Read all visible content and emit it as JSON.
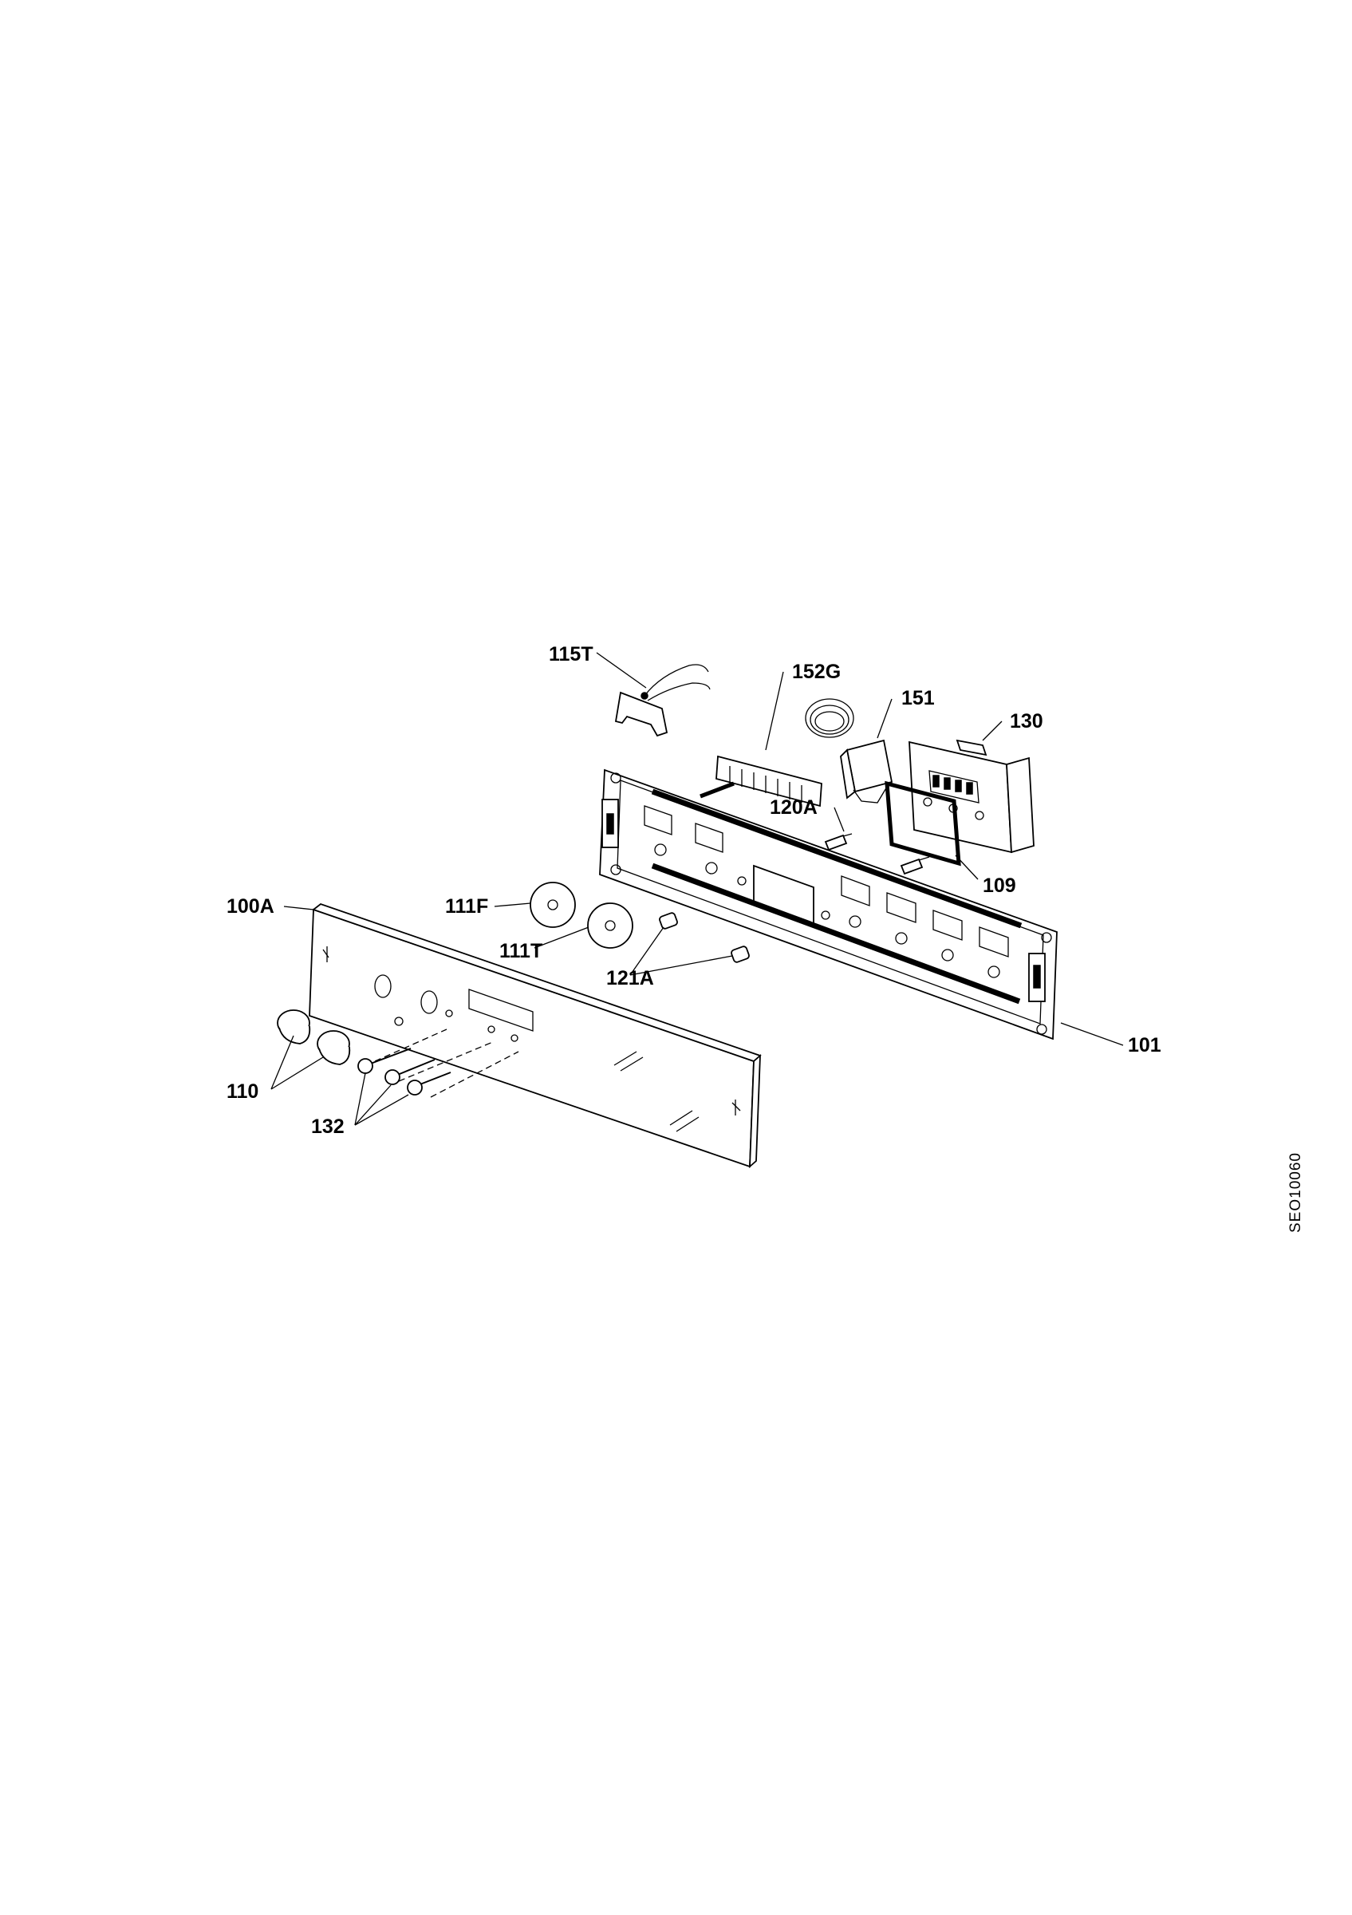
{
  "labels": {
    "l115T": "115T",
    "l152G": "152G",
    "l151": "151",
    "l130": "130",
    "l120A": "120A",
    "l109": "109",
    "l100A": "100A",
    "l111F": "111F",
    "l111T": "111T",
    "l121A": "121A",
    "l101": "101",
    "l110": "110",
    "l132": "132"
  },
  "drawing_code": "SEO10060"
}
